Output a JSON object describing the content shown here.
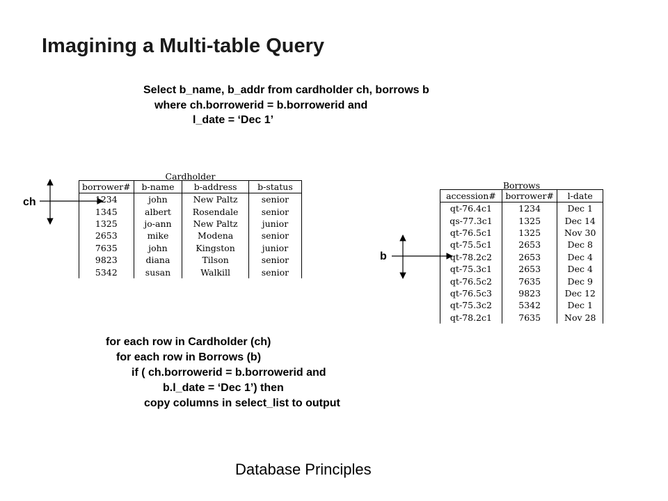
{
  "slide": {
    "title": "Imagining a Multi-table Query",
    "footer": "Database Principles"
  },
  "sql": {
    "line1": "Select b_name, b_addr from cardholder ch, borrows b",
    "line2": "where ch.borrowerid = b.borrowerid and",
    "line3": "l_date = ‘Dec 1’"
  },
  "pseudocode": {
    "line1": "for each row in Cardholder (ch)",
    "line2": "for each row in Borrows (b)",
    "line3": "if ( ch.borrowerid = b.borrowerid and",
    "line4": "b.l_date = ‘Dec 1’) then",
    "line5": "copy columns in select_list to output"
  },
  "aliases": {
    "ch": "ch",
    "b": "b"
  },
  "cardholder": {
    "caption": "Cardholder",
    "columns": [
      "borrower#",
      "b-name",
      "b-address",
      "b-status"
    ],
    "rows": [
      [
        "1234",
        "john",
        "New Paltz",
        "senior"
      ],
      [
        "1345",
        "albert",
        "Rosendale",
        "senior"
      ],
      [
        "1325",
        "jo-ann",
        "New Paltz",
        "junior"
      ],
      [
        "2653",
        "mike",
        "Modena",
        "senior"
      ],
      [
        "7635",
        "john",
        "Kingston",
        "junior"
      ],
      [
        "9823",
        "diana",
        "Tilson",
        "senior"
      ],
      [
        "5342",
        "susan",
        "Walkill",
        "senior"
      ]
    ]
  },
  "borrows": {
    "caption": "Borrows",
    "columns": [
      "accession#",
      "borrower#",
      "l-date"
    ],
    "rows": [
      [
        "qt-76.4c1",
        "1234",
        "Dec 1"
      ],
      [
        "qs-77.3c1",
        "1325",
        "Dec 14"
      ],
      [
        "qt-76.5c1",
        "1325",
        "Nov 30"
      ],
      [
        "qt-75.5c1",
        "2653",
        "Dec 8"
      ],
      [
        "qt-78.2c2",
        "2653",
        "Dec 4"
      ],
      [
        "qt-75.3c1",
        "2653",
        "Dec 4"
      ],
      [
        "qt-76.5c2",
        "7635",
        "Dec 9"
      ],
      [
        "qt-76.5c3",
        "9823",
        "Dec 12"
      ],
      [
        "qt-75.3c2",
        "5342",
        "Dec 1"
      ],
      [
        "qt-78.2c1",
        "7635",
        "Nov 28"
      ]
    ]
  }
}
